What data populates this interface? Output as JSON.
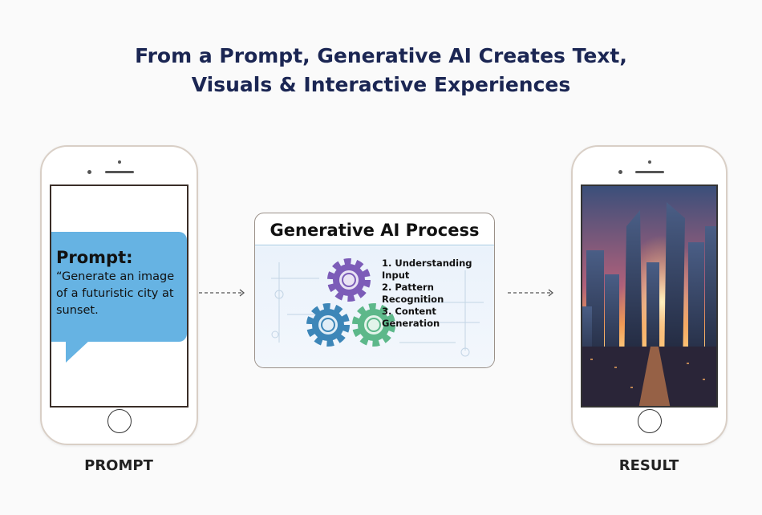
{
  "title": {
    "line1": "From a Prompt, Generative AI Creates Text,",
    "line2": "Visuals & Interactive Experiences"
  },
  "left_phone": {
    "prompt_heading": "Prompt:",
    "prompt_text": "“Generate an image of a futuristic city at sunset.",
    "label": "PROMPT"
  },
  "process": {
    "title": "Generative AI Process",
    "steps": [
      "1. Understanding Input",
      "2. Pattern Recognition",
      "3. Content Generation"
    ],
    "gear_colors": {
      "purple": "#7c5cb8",
      "blue": "#3d86b8",
      "green": "#5db88a"
    }
  },
  "right_phone": {
    "label": "RESULT",
    "image": "futuristic-city-sunset"
  },
  "colors": {
    "title": "#1b2653",
    "bubble": "#66b3e3"
  }
}
